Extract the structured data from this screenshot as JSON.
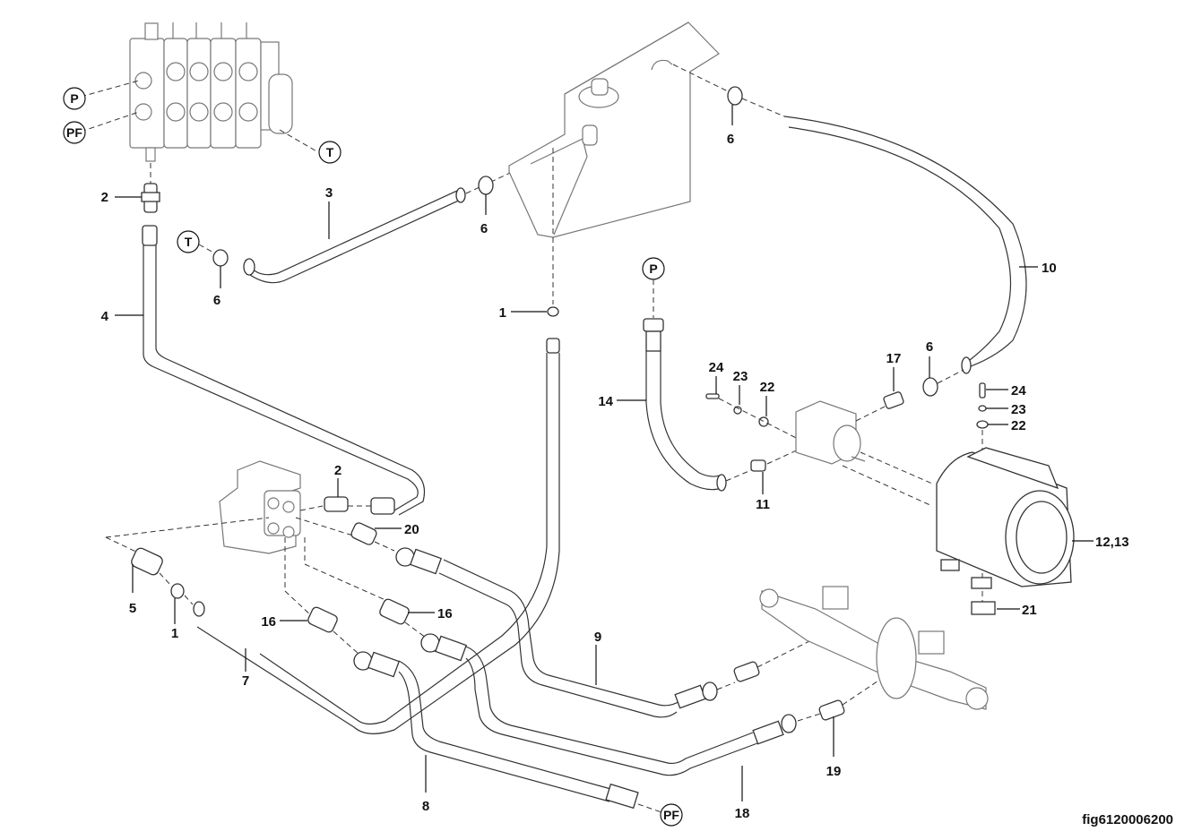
{
  "figure": {
    "id_label": "fig6120006200",
    "type": "exploded hydraulic parts diagram"
  },
  "components": [
    {
      "name": "control-valve-block",
      "description": "4-section control valve"
    },
    {
      "name": "hydraulic-tank",
      "description": "hydraulic oil tank"
    },
    {
      "name": "steering-unit",
      "description": "orbitrol steering unit"
    },
    {
      "name": "gear-pump",
      "description": "hydraulic gear pump"
    },
    {
      "name": "electric-motor",
      "description": "pump electric motor"
    },
    {
      "name": "steering-cylinder",
      "description": "double-acting steering cylinder"
    }
  ],
  "port_markers": {
    "p_valve": "P",
    "pf_valve": "PF",
    "t_valve": "T",
    "t_hose": "T",
    "p_hose": "P",
    "pf_hose": "PF"
  },
  "callouts": {
    "c2_top": "2",
    "c3": "3",
    "c6_hose3": "6",
    "c6_tank_left": "6",
    "c6_tank_right": "6",
    "c4": "4",
    "c1_tank": "1",
    "c10": "10",
    "c14": "14",
    "c24_left": "24",
    "c23_left": "23",
    "c22_left": "22",
    "c17": "17",
    "c6_pump": "6",
    "c24_right": "24",
    "c23_right": "23",
    "c22_right": "22",
    "c11": "11",
    "c12_13": "12,13",
    "c2_steer": "2",
    "c20": "20",
    "c5": "5",
    "c1_steer": "1",
    "c16_left": "16",
    "c16_right": "16",
    "c21": "21",
    "c7": "7",
    "c9": "9",
    "c8": "8",
    "c18": "18",
    "c19": "19"
  }
}
